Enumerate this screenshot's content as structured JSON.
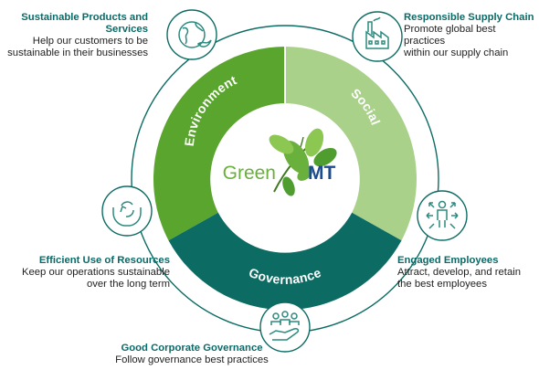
{
  "colors": {
    "environment": "#5aa52e",
    "social": "#a9d18a",
    "governance": "#0c6c63",
    "heading": "#0b6a67",
    "orbit": "#0c6c63",
    "icon": "#2c8a7f",
    "logo_green": "#6ab03c",
    "logo_blue": "#1f4c8f"
  },
  "segments": {
    "environment": "Environment",
    "social": "Social",
    "governance": "Governance"
  },
  "logo": {
    "left": "Green",
    "right": "MT"
  },
  "items": {
    "sustainable_products": {
      "title": "Sustainable Products and Services",
      "line1": "Help our customers to be",
      "line2": "sustainable in their businesses",
      "icon": "globe-leaf-icon"
    },
    "supply_chain": {
      "title": "Responsible Supply Chain",
      "line1": "Promote global best practices",
      "line2": "within our supply chain",
      "icon": "factory-icon"
    },
    "resources": {
      "title": "Efficient Use of Resources",
      "line1": "Keep our operations sustainable",
      "line2": "over the long term",
      "icon": "hands-recycle-icon"
    },
    "employees": {
      "title": "Engaged Employees",
      "line1": "Attract, develop, and retain",
      "line2": "the best employees",
      "icon": "person-arrows-icon"
    },
    "governance": {
      "title": "Good Corporate Governance",
      "line1": "Follow governance best practices",
      "icon": "hand-people-icon"
    }
  }
}
